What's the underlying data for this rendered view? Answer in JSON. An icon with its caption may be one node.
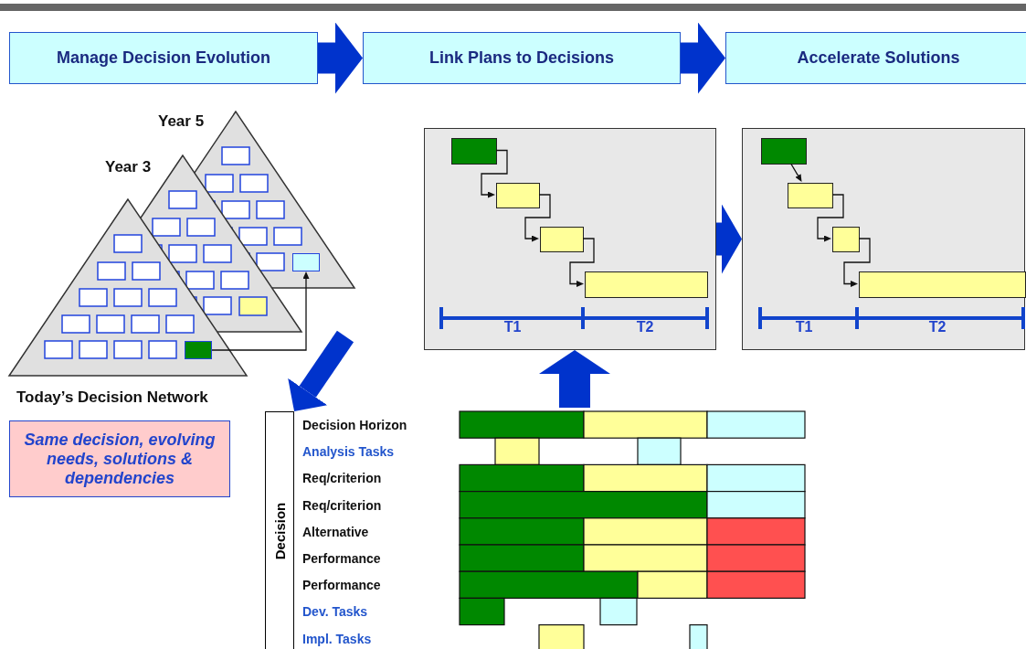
{
  "diagram": {
    "nodes": [
      {
        "text": [
          "Manage Decision Evolution"
        ]
      },
      {
        "text": [
          "Link Plans to Decisions"
        ]
      },
      {
        "text": [
          "Accelerate Solutions"
        ]
      },
      {
        "text": [
          "Year 5"
        ]
      },
      {
        "text": [
          "Year 3"
        ]
      },
      {
        "text": [
          "Today’s Decision Network"
        ]
      },
      {
        "text": [],
        "shape": "box",
        "in": 5
      },
      {
        "text": [],
        "shape": "box",
        "in": 3
      },
      {
        "text": [
          "Same decision, evolving needs, solutions & dependencies"
        ]
      },
      {
        "text": [],
        "shape": "box"
      },
      {
        "text": [],
        "shape": "bar",
        "in": 9
      },
      {
        "text": [],
        "shape": "bar",
        "in": 9
      },
      {
        "text": [],
        "shape": "bar",
        "in": 9
      },
      {
        "text": [],
        "shape": "bar",
        "in": 9
      },
      {
        "text": [],
        "shape": "box"
      },
      {
        "text": [],
        "shape": "bar",
        "in": 14
      },
      {
        "text": [],
        "shape": "bar",
        "in": 14
      },
      {
        "text": [],
        "shape": "bar",
        "in": 14
      },
      {
        "text": [],
        "shape": "bar",
        "in": 14
      },
      {
        "text": [
          "Decision"
        ]
      }
    ],
    "edges": [
      {
        "from": 0,
        "to": 1,
        "arrow": "to",
        "style": "thick",
        "color": "#0033cc"
      },
      {
        "from": 1,
        "to": 2,
        "arrow": "to",
        "style": "thick",
        "color": "#0033cc"
      },
      {
        "from": 6,
        "to": 7,
        "arrow": "to"
      },
      {
        "from": null,
        "to": 19,
        "arrow": "to",
        "style": "thick",
        "color": "#0033cc"
      },
      {
        "from": null,
        "to": 9,
        "arrow": "to",
        "style": "thick",
        "color": "#0033cc"
      },
      {
        "from": 10,
        "to": 11,
        "arrow": "to"
      },
      {
        "from": 11,
        "to": 12,
        "arrow": "to"
      },
      {
        "from": 12,
        "to": 13,
        "arrow": "to"
      },
      {
        "from": 9,
        "to": 14,
        "arrow": "to",
        "style": "thick",
        "color": "#0033cc"
      },
      {
        "from": 15,
        "to": 16,
        "arrow": "to"
      },
      {
        "from": 16,
        "to": 17,
        "arrow": "to"
      },
      {
        "from": 17,
        "to": 18,
        "arrow": "to"
      }
    ],
    "labels": [
      "T1",
      "T2",
      "T1",
      "T2",
      "Decision Horizon",
      "Analysis Tasks",
      "Req/criterion",
      "Req/criterion",
      "Alternative",
      "Performance",
      "Performance",
      "Dev. Tasks",
      "Impl. Tasks"
    ]
  }
}
